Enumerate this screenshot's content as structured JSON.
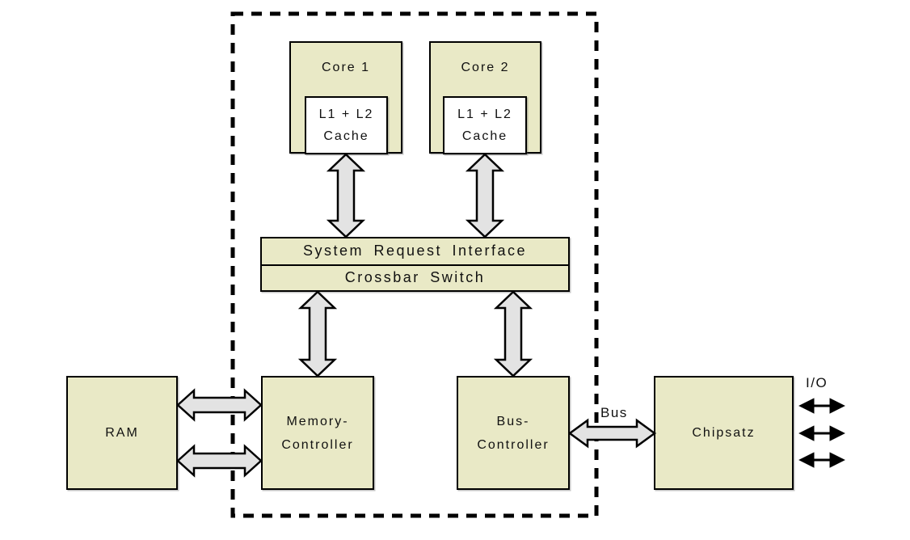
{
  "colors": {
    "background": "#ffffff",
    "box_fill": "#e9e9c6",
    "box_border": "#000000",
    "cache_fill": "#ffffff",
    "arrow_fill": "#e3e3e3",
    "arrow_outline": "#000000",
    "io_arrow_color": "#000000",
    "die_boundary_color": "#000000"
  },
  "nodes": {
    "core1": {
      "label": "Core 1"
    },
    "core1_cache": {
      "line1": "L1 + L2",
      "line2": "Cache"
    },
    "core2": {
      "label": "Core 2"
    },
    "core2_cache": {
      "line1": "L1 + L2",
      "line2": "Cache"
    },
    "sri": {
      "label": "System Request Interface"
    },
    "crossbar": {
      "label": "Crossbar Switch"
    },
    "ram": {
      "label": "RAM"
    },
    "memory_controller": {
      "line1": "Memory-",
      "line2": "Controller"
    },
    "bus_controller": {
      "line1": "Bus-",
      "line2": "Controller"
    },
    "chipset": {
      "label": "Chipsatz"
    }
  },
  "edge_labels": {
    "bus": "Bus",
    "io": "I/O"
  },
  "connections": [
    {
      "from": "Core 1 L1+L2 Cache",
      "to": "System Request Interface",
      "style": "block-double-arrow"
    },
    {
      "from": "Core 2 L1+L2 Cache",
      "to": "System Request Interface",
      "style": "block-double-arrow"
    },
    {
      "from": "Crossbar Switch",
      "to": "Memory-Controller",
      "style": "block-double-arrow"
    },
    {
      "from": "Crossbar Switch",
      "to": "Bus-Controller",
      "style": "block-double-arrow"
    },
    {
      "from": "RAM",
      "to": "Memory-Controller",
      "style": "block-double-arrow",
      "count": 2
    },
    {
      "from": "Bus-Controller",
      "to": "Chipsatz",
      "style": "block-double-arrow",
      "label": "Bus"
    },
    {
      "from": "Chipsatz",
      "to": "I/O",
      "style": "thin-double-arrow",
      "count": 3,
      "label": "I/O"
    }
  ]
}
